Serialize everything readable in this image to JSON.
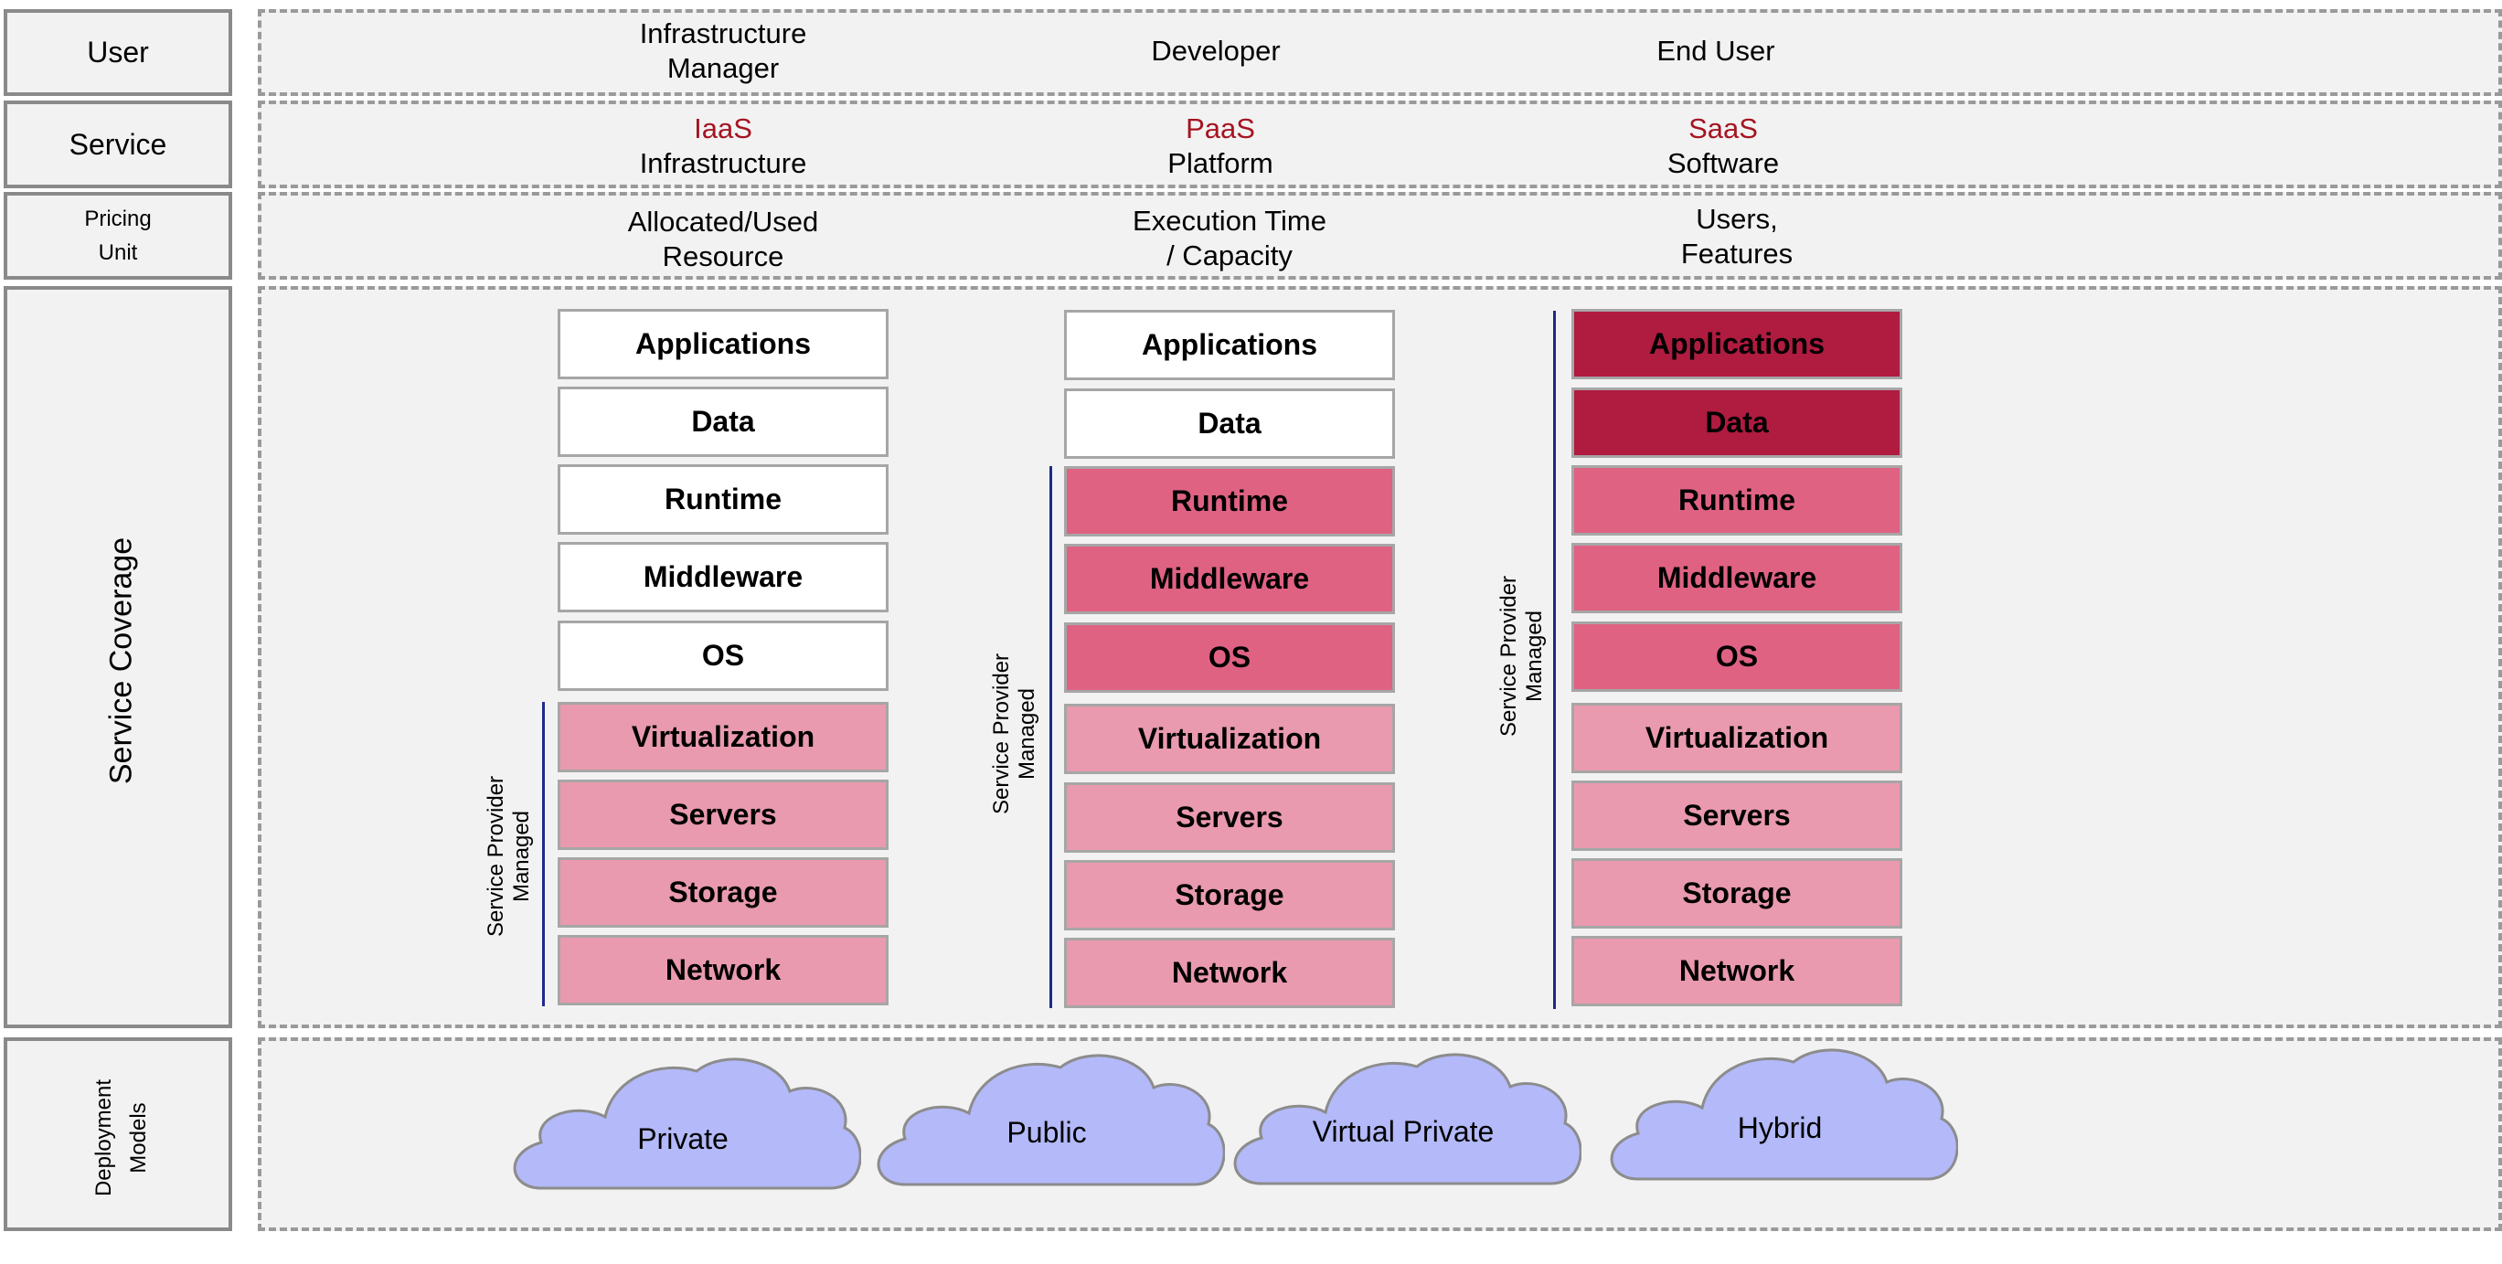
{
  "rows": {
    "user": "User",
    "service": "Service",
    "pricing_line1": "Pricing",
    "pricing_line2": "Unit",
    "coverage": "Service Coverage",
    "deploy_line1": "Deployment",
    "deploy_line2": "Models"
  },
  "columns": [
    {
      "user_line1": "Infrastructure",
      "user_line2": "Manager",
      "acronym": "IaaS",
      "service_name": "Infrastructure",
      "pricing_line1": "Allocated/Used",
      "pricing_line2": "Resource"
    },
    {
      "user_line1": "Developer",
      "user_line2": "",
      "acronym": "PaaS",
      "service_name": "Platform",
      "pricing_line1": "Execution Time",
      "pricing_line2": "/ Capacity"
    },
    {
      "user_line1": "End User",
      "user_line2": "",
      "acronym": "SaaS",
      "service_name": "Software",
      "pricing_line1": "Users,",
      "pricing_line2": "Features"
    }
  ],
  "layers": [
    "Applications",
    "Data",
    "Runtime",
    "Middleware",
    "OS",
    "Virtualization",
    "Servers",
    "Storage",
    "Network"
  ],
  "provider_managed_label_line1": "Service Provider",
  "provider_managed_label_line2": "Managed",
  "stacks": [
    {
      "managed_from_layer": "Virtualization",
      "layer_colors": [
        "#ffffff",
        "#ffffff",
        "#ffffff",
        "#ffffff",
        "#ffffff",
        "#e99aae",
        "#e99aae",
        "#e99aae",
        "#e99aae"
      ]
    },
    {
      "managed_from_layer": "Runtime",
      "layer_colors": [
        "#ffffff",
        "#ffffff",
        "#df6283",
        "#df6283",
        "#df6283",
        "#e99aae",
        "#e99aae",
        "#e99aae",
        "#e99aae"
      ]
    },
    {
      "managed_from_layer": "Applications",
      "layer_colors": [
        "#b01b40",
        "#b01b40",
        "#df6283",
        "#df6283",
        "#df6283",
        "#e99aae",
        "#e99aae",
        "#e99aae",
        "#e99aae"
      ]
    }
  ],
  "deployment_models": [
    "Private",
    "Public",
    "Virtual Private",
    "Hybrid"
  ],
  "colors": {
    "acronym": "#a51421",
    "provider_line": "#1d2a8c",
    "cloud_fill": "#b3b9f9",
    "cloud_stroke": "#8c8c8c"
  }
}
